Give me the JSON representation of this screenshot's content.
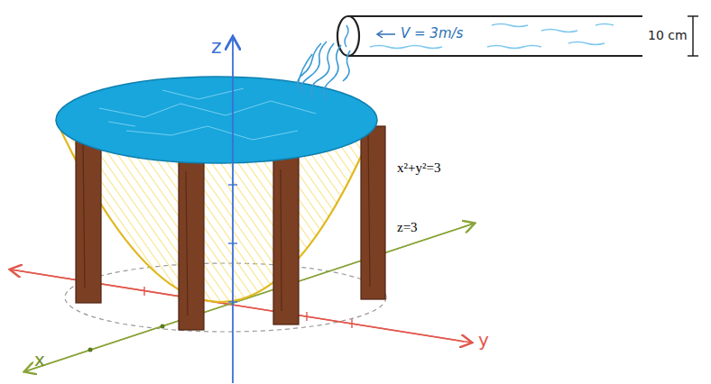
{
  "diagram": {
    "labels": [
      "V = 3m/s",
      "10 cm",
      "x²+y²=3",
      "z=3",
      "z",
      "x",
      "y"
    ]
  }
}
